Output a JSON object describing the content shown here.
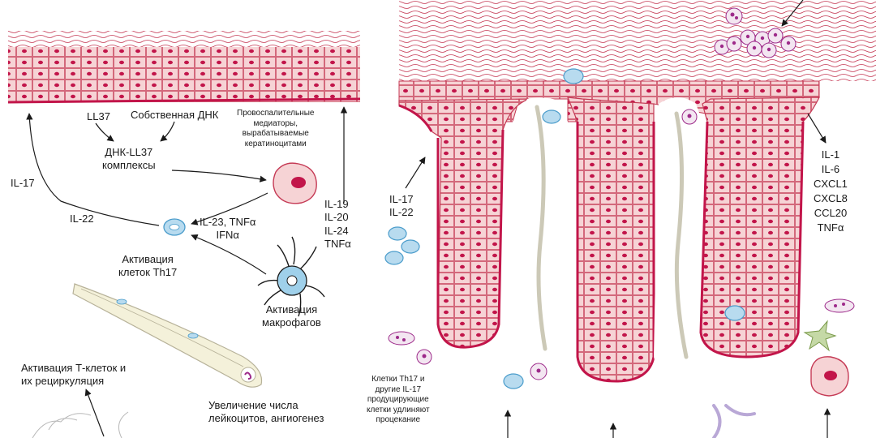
{
  "colors": {
    "cell_fill": "#f6d3d5",
    "cell_line": "#c53a55",
    "nucleus": "#c2154a",
    "deep_layer": "#d0406a",
    "lymphocyte": "#b8dbef",
    "lymphocyte_line": "#4a9ccb",
    "macrophage": "#9fd0ea",
    "vessel": "#f4f1da",
    "vessel_line": "#b7b299",
    "neutrophil": "#f3e6f1",
    "neutrophil_nucleus": "#9d2a8a",
    "dendritic_cell": "#d7c9e6",
    "green_cell": "#c5d9a6",
    "arrow": "#1a1a1a"
  },
  "icons": [
    "keratinocyte-icon",
    "lymphocyte-icon",
    "macrophage-icon",
    "neutrophil-icon",
    "dendritic-cell-icon",
    "blood-vessel-icon"
  ],
  "labels": {
    "ll37": "LL37",
    "self_dna": "Собственная ДНК",
    "dna_ll37_complexes": "ДНК-LL37\nкомплексы",
    "proinflammatory_mediators": "Провоспалительные\nмедиаторы,\nвырабатываемые\nкератиноцитами",
    "il17_left": "IL-17",
    "il22_left": "IL-22",
    "il23_group": "IL-23, TNFα\nIFNα",
    "th17_activation": "Активация\nклеток Th17",
    "macrophage_activation": "Активация\nмакрофагов",
    "il19_group": "IL-19\nIL-20\nIL-24\nTNFα",
    "tcell_activation": "Активация Т-клеток и\nих рециркуляция",
    "leukocyte_increase": "Увеличение числа\nлейкоцитов, ангиогенез",
    "il17_il22_right": "IL-17\nIL-22",
    "cytokines_right": "IL-1\nIL-6\nCXCL1\nCXCL8\nCCL20\nTNFα",
    "th17_bottom": "Клетки Th17 и\nдругие IL-17\nпродуцирующие\nклетки удлиняют\nпроцекание"
  }
}
